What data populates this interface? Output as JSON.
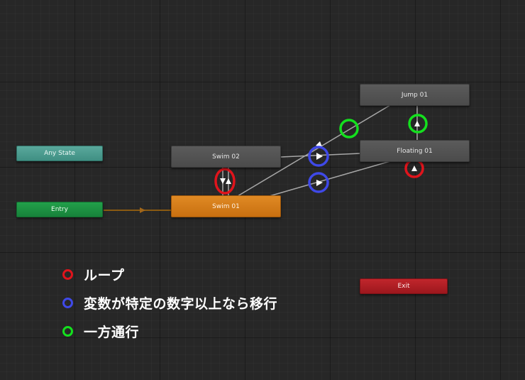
{
  "states": {
    "any_state": "Any State",
    "entry": "Entry",
    "exit": "Exit",
    "swim_01": "Swim 01",
    "swim_02": "Swim 02",
    "jump_01": "Jump 01",
    "floating_01": "Floating 01"
  },
  "colors": {
    "loop_marker": "#e0141c",
    "threshold_marker": "#3f49e8",
    "one_way_marker": "#14e01e",
    "default_state": "#e08a24",
    "any_state": "#4f9f93",
    "entry": "#1d934a",
    "exit": "#b01f25",
    "state": "#555555",
    "transition_line": "#a7a7a7",
    "entry_line": "#8a5a12"
  },
  "legend": {
    "items": [
      {
        "key": "loop",
        "text": "ループ",
        "color": "#e0141c"
      },
      {
        "key": "threshold",
        "text": "変数が特定の数字以上なら移行",
        "color": "#3f49e8"
      },
      {
        "key": "one_way",
        "text": "一方通行",
        "color": "#14e01e"
      }
    ]
  }
}
